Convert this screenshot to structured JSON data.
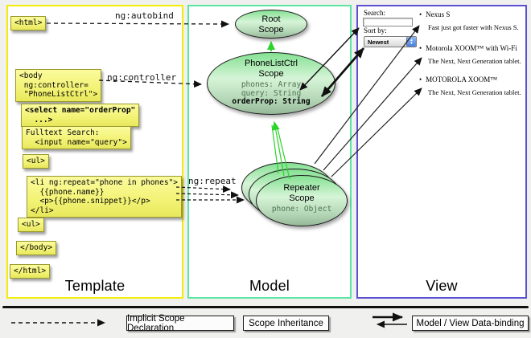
{
  "labels": {
    "ng_autobind": "ng:autobind",
    "ng_controller": "ng:controller",
    "ng_repeat": "ng:repeat"
  },
  "columns": {
    "template": "Template",
    "model": "Model",
    "view": "View"
  },
  "code": {
    "html_open": "<html>",
    "body_open": "<body\n ng:controller=\n \"PhoneListCtrl\">",
    "select": "<select name=\"orderProp\"\n  ...>",
    "fulltext": "Fulltext Search:\n  <input name=\"query\">",
    "ul_open": "<ul>",
    "li_repeat": "<li ng:repeat=\"phone in phones\">\n  {{phone.name}}\n  <p>{{phone.snippet}}</p>\n</li>",
    "ul_close": "<ul>",
    "body_close": "</body>",
    "html_close": "</html>"
  },
  "scopes": {
    "root": {
      "title": "Root\nScope"
    },
    "plc": {
      "title": "PhoneListCtrl\nScope",
      "props": "phones: Array\nquery: String",
      "prop_bold": "orderProp: String"
    },
    "repeater": {
      "title": "Repeater\nScope",
      "prop": "phone: Object"
    }
  },
  "view_panel": {
    "search_label": "Search:",
    "search_value": "",
    "sort_label": "Sort by:",
    "sort_value": "Newest",
    "items": [
      {
        "title": "Nexus S",
        "desc": "Fast just got faster with Nexus S."
      },
      {
        "title": "Motorola XOOM™ with Wi-Fi",
        "desc": "The Next, Next Generation tablet."
      },
      {
        "title": "MOTOROLA XOOM™",
        "desc": "The Next, Next Generation tablet."
      }
    ]
  },
  "legend": {
    "implicit": "Implicit Scope Declaration",
    "inheritance": "Scope Inheritance",
    "binding": "Model / View Data-binding"
  },
  "colors": {
    "template_border": "#f2ee08",
    "model_border": "#5ce6a4",
    "view_border": "#5a50d2",
    "scope_fill_top": "#85e193",
    "green_arrow": "#2bd32b",
    "code_box": "#f3f378"
  }
}
